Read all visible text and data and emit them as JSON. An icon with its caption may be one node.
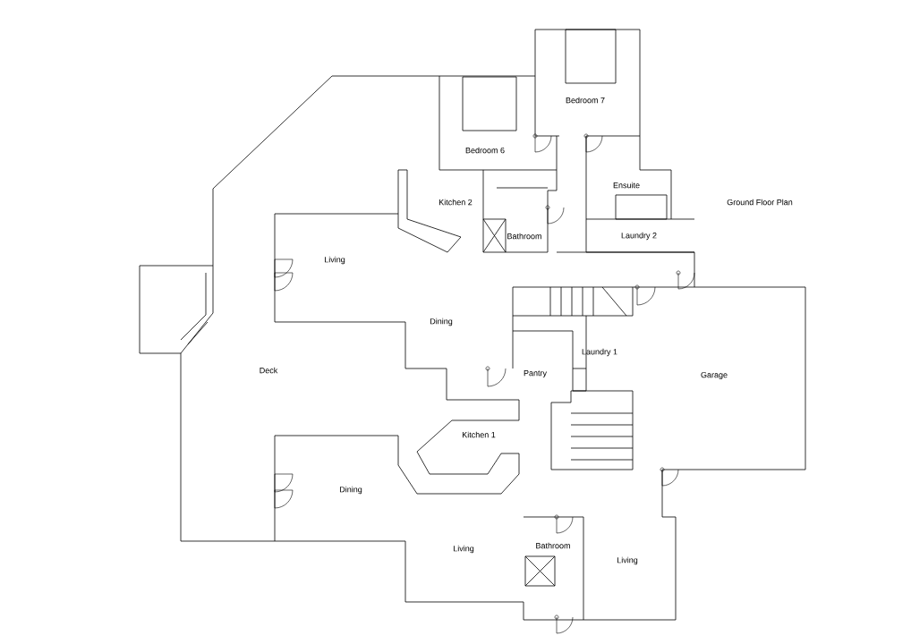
{
  "diagram": {
    "title": "Ground Floor Plan",
    "labels": [
      "Bedroom 7",
      "Bedroom 6",
      "Ensuite",
      "Kitchen 2",
      "Bathroom",
      "Laundry 2",
      "Living",
      "Dining",
      "Deck",
      "Pantry",
      "Laundry 1",
      "Garage",
      "Kitchen 1",
      "Dining",
      "Living",
      "Bathroom",
      "Living"
    ]
  }
}
